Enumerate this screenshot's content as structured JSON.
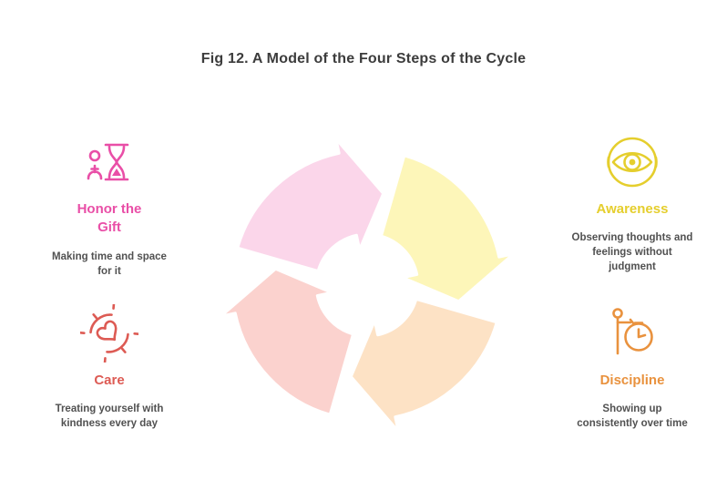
{
  "title": "Fig 12. A Model of the Four Steps of the Cycle",
  "background": "#ffffff",
  "title_color": "#3c3c3c",
  "description_color": "#515151",
  "items": {
    "honor": {
      "label": "Honor the Gift",
      "color": "#e94fa7",
      "description": "Making time and space\nfor it",
      "icon": "person-hourglass-icon",
      "position": "top-left"
    },
    "awareness": {
      "label": "Awareness",
      "color": "#e5ce2d",
      "description": "Observing thoughts and\nfeelings without\njudgment",
      "icon": "eye-circle-icon",
      "position": "top-right"
    },
    "care": {
      "label": "Care",
      "color": "#dd5b54",
      "description": "Treating yourself with\nkindness every day",
      "icon": "hands-heart-icon",
      "position": "bottom-left"
    },
    "discipline": {
      "label": "Discipline",
      "color": "#e9923e",
      "description": "Showing up\nconsistently over time",
      "icon": "person-clock-icon",
      "position": "bottom-right"
    }
  },
  "cycle": {
    "type": "circular-arrows",
    "direction": "clockwise",
    "arrows": [
      {
        "name": "pink",
        "color": "#fbd6ea"
      },
      {
        "name": "yellow",
        "color": "#fdf6b9"
      },
      {
        "name": "peach",
        "color": "#fde2c5"
      },
      {
        "name": "salmon",
        "color": "#fbd2ce"
      }
    ]
  }
}
